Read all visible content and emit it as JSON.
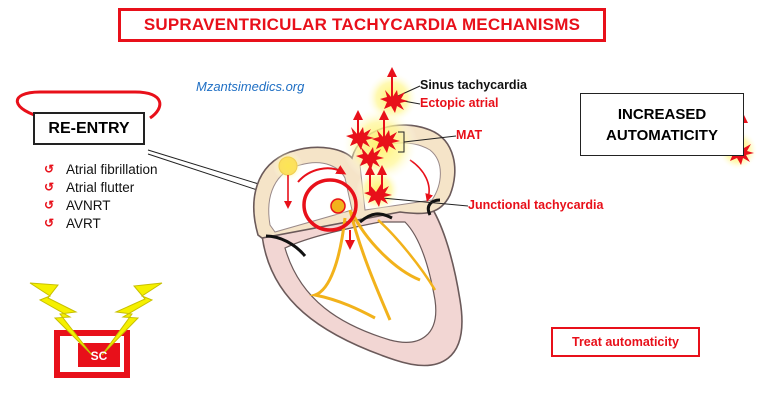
{
  "title": "SUPRAVENTRICULAR TACHYCARDIA MECHANISMS",
  "watermark": "Mzantsimedics.org",
  "reentry": {
    "heading": "RE-ENTRY",
    "items": [
      "Atrial fibrillation",
      "Atrial flutter",
      "AVNRT",
      "AVRT"
    ]
  },
  "automaticity": {
    "line1": "INCREASED",
    "line2": "AUTOMATICITY"
  },
  "labels": {
    "sinus": "Sinus tachycardia",
    "ectopic": "Ectopic atrial",
    "mat": "MAT",
    "junctional": "Junctional tachycardia"
  },
  "treat": "Treat automaticity",
  "sc": "SC",
  "colors": {
    "accent_red": "#e8101a",
    "glow_yellow": "#fff36b",
    "conduction_orange": "#f2b21b",
    "myocardium": "#f2d6d3",
    "link_blue": "#1f6fc4"
  }
}
